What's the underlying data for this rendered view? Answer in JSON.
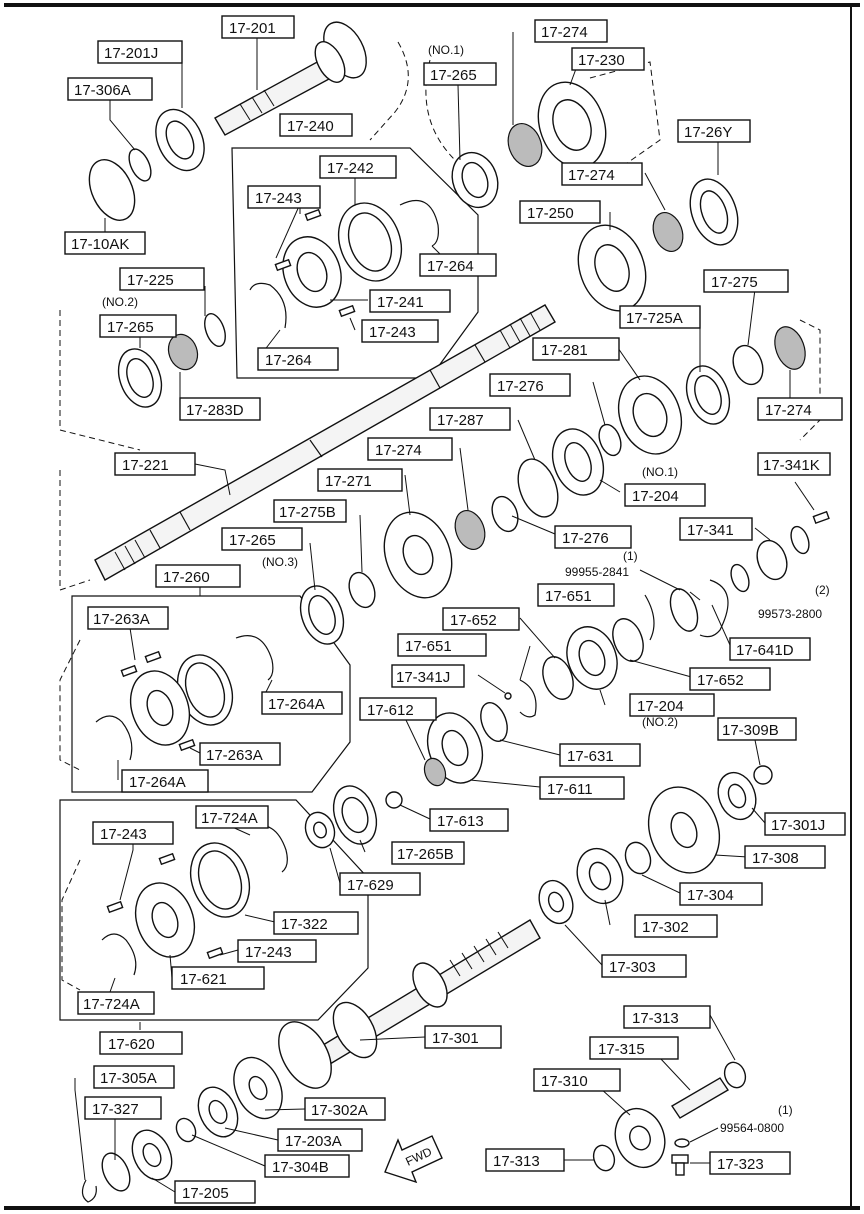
{
  "labels": {
    "p17_201": "17-201",
    "p17_201J": "17-201J",
    "p17_306A": "17-306A",
    "p17_10AK": "17-10AK",
    "p17_240": "17-240",
    "p17_242": "17-242",
    "p17_243a": "17-243",
    "p17_264a": "17-264",
    "p17_241": "17-241",
    "p17_243b": "17-243",
    "p17_264b": "17-264",
    "p17_225": "17-225",
    "p17_265a": "17-265",
    "p17_283D": "17-283D",
    "p17_265b": "17-265",
    "p17_274a": "17-274",
    "p17_230": "17-230",
    "p17_26Y": "17-26Y",
    "p17_274b": "17-274",
    "p17_250": "17-250",
    "p17_275": "17-275",
    "p17_725A": "17-725A",
    "p17_281": "17-281",
    "p17_274c": "17-274",
    "p17_276a": "17-276",
    "p17_287": "17-287",
    "p17_204a": "17-204",
    "p17_274d": "17-274",
    "p17_341K": "17-341K",
    "p17_221": "17-221",
    "p17_271": "17-271",
    "p17_276b": "17-276",
    "p17_275B": "17-275B",
    "p17_341": "17-341",
    "p17_265c": "17-265",
    "p17_260": "17-260",
    "p17_651a": "17-651",
    "p17_641D": "17-641D",
    "p17_263Aa": "17-263A",
    "p17_652a": "17-652",
    "p17_651b": "17-651",
    "p17_652b": "17-652",
    "p17_264Aa": "17-264A",
    "p17_341J": "17-341J",
    "p17_204b": "17-204",
    "p17_612": "17-612",
    "p17_263Ab": "17-263A",
    "p17_631": "17-631",
    "p17_309B": "17-309B",
    "p17_264Ab": "17-264A",
    "p17_611": "17-611",
    "p17_724Aa": "17-724A",
    "p17_613": "17-613",
    "p17_301J": "17-301J",
    "p17_243c": "17-243",
    "p17_265B": "17-265B",
    "p17_308": "17-308",
    "p17_629": "17-629",
    "p17_304": "17-304",
    "p17_322": "17-322",
    "p17_302": "17-302",
    "p17_243d": "17-243",
    "p17_621": "17-621",
    "p17_303": "17-303",
    "p17_724Ab": "17-724A",
    "p17_620": "17-620",
    "p17_301": "17-301",
    "p17_313a": "17-313",
    "p17_305A": "17-305A",
    "p17_315": "17-315",
    "p17_310": "17-310",
    "p17_327": "17-327",
    "p17_302A": "17-302A",
    "p17_203A": "17-203A",
    "p17_304B": "17-304B",
    "p17_313b": "17-313",
    "p17_323": "17-323",
    "p17_205": "17-205"
  },
  "notes": {
    "no1_top": "(NO.1)",
    "no2_left": "(NO.2)",
    "no1_mid": "(NO.1)",
    "no3": "(NO.3)",
    "n1_a": "(1)",
    "code_99955": "99955-2841",
    "n2": "(2)",
    "code_99573": "99573-2800",
    "no2_mid": "(NO.2)",
    "n1_b": "(1)",
    "code_99564": "99564-0800",
    "fwd": "FWD"
  }
}
